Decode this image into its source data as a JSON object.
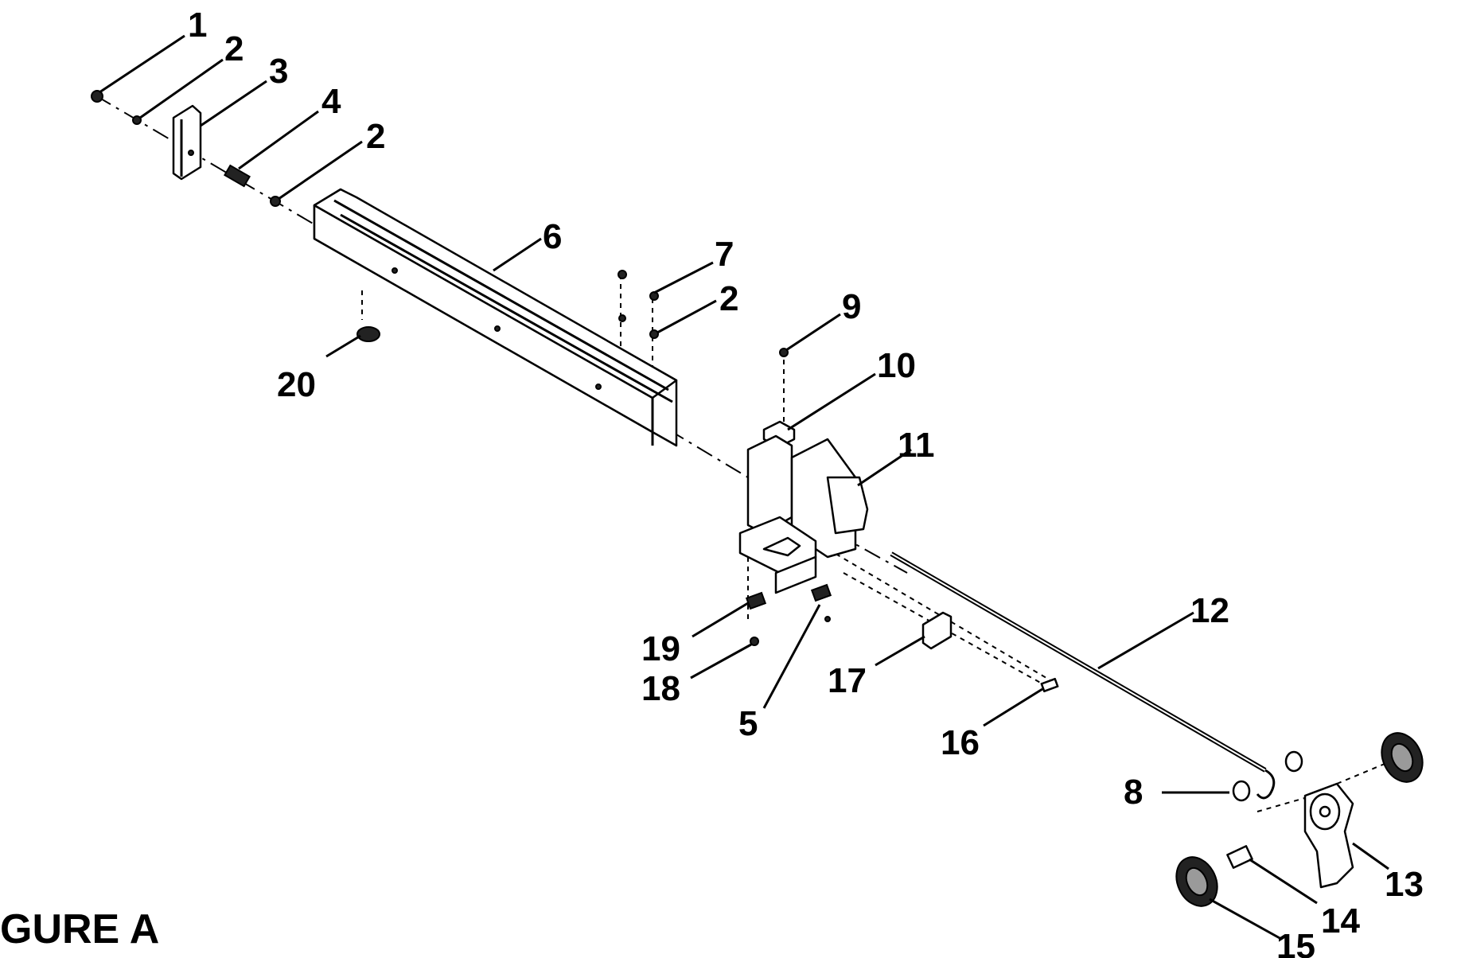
{
  "figure": {
    "caption": "GURE A"
  },
  "callouts": [
    {
      "id": "c1",
      "text": "1"
    },
    {
      "id": "c2a",
      "text": "2"
    },
    {
      "id": "c3",
      "text": "3"
    },
    {
      "id": "c4",
      "text": "4"
    },
    {
      "id": "c2b",
      "text": "2"
    },
    {
      "id": "c6",
      "text": "6"
    },
    {
      "id": "c7",
      "text": "7"
    },
    {
      "id": "c2c",
      "text": "2"
    },
    {
      "id": "c9",
      "text": "9"
    },
    {
      "id": "c10",
      "text": "10"
    },
    {
      "id": "c11",
      "text": "11"
    },
    {
      "id": "c20",
      "text": "20"
    },
    {
      "id": "c12",
      "text": "12"
    },
    {
      "id": "c19",
      "text": "19"
    },
    {
      "id": "c18",
      "text": "18"
    },
    {
      "id": "c17",
      "text": "17"
    },
    {
      "id": "c5",
      "text": "5"
    },
    {
      "id": "c16",
      "text": "16"
    },
    {
      "id": "c8",
      "text": "8"
    },
    {
      "id": "c13",
      "text": "13"
    },
    {
      "id": "c14",
      "text": "14"
    },
    {
      "id": "c15",
      "text": "15"
    }
  ]
}
